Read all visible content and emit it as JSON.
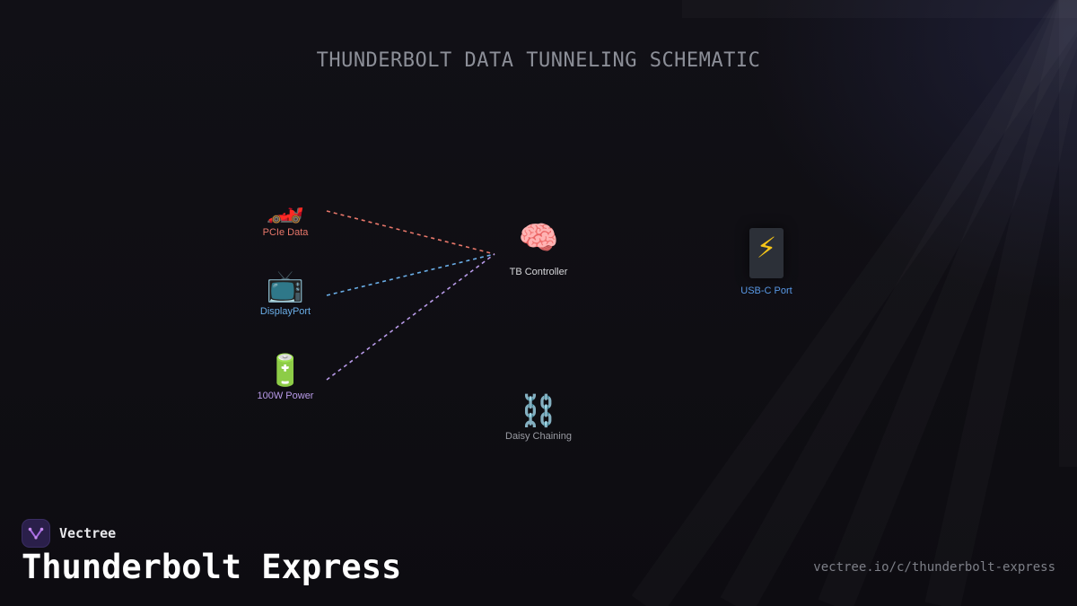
{
  "header": {
    "title": "THUNDERBOLT DATA TUNNELING SCHEMATIC"
  },
  "nodes": {
    "pcie": {
      "icon": "🏎️",
      "icon_name": "race-car-icon",
      "label": "PCIe Data",
      "color": "#e8776a"
    },
    "displayport": {
      "icon": "📺",
      "icon_name": "television-icon",
      "label": "DisplayPort",
      "color": "#6aaee8"
    },
    "power": {
      "icon": "🔋",
      "icon_name": "battery-icon",
      "label": "100W Power",
      "color": "#b89ae8"
    },
    "controller": {
      "icon": "🧠",
      "icon_name": "brain-icon",
      "label": "TB Controller",
      "color": "#d8d8dc"
    },
    "daisy": {
      "icon": "⛓️",
      "icon_name": "chain-icon",
      "label": "Daisy Chaining",
      "color": "#9a9ca3"
    },
    "usbc": {
      "icon": "⚡",
      "icon_name": "lightning-icon",
      "label": "USB-C Port",
      "color": "#5a9ae8"
    }
  },
  "links": [
    {
      "from": "pcie",
      "to": "controller",
      "color": "#e8776a"
    },
    {
      "from": "displayport",
      "to": "controller",
      "color": "#6aaee8"
    },
    {
      "from": "power",
      "to": "controller",
      "color": "#b89ae8"
    }
  ],
  "footer": {
    "brand_name": "Vectree",
    "logo_icon": "vectree-logo-icon",
    "title": "Thunderbolt Express",
    "url": "vectree.io/c/thunderbolt-express"
  }
}
